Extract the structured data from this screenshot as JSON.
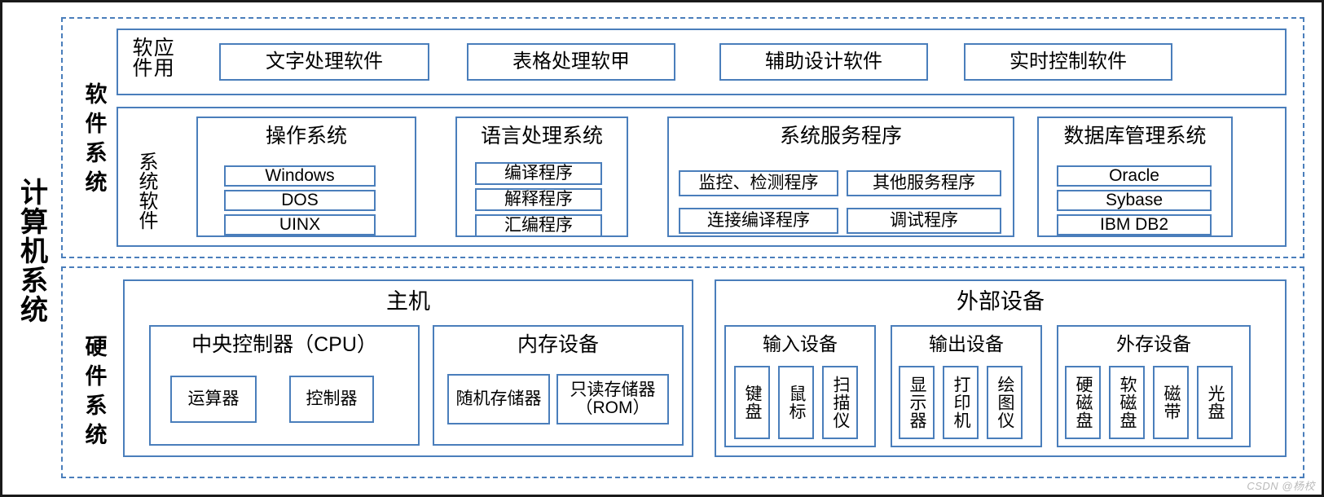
{
  "diagram": {
    "root_title": "计算机系统",
    "watermark": "CSDN @杨校",
    "accent_color": "#4a7ebb",
    "outline_color": "#1a1a1a"
  },
  "software_system": {
    "label": "软件系统",
    "application_software": {
      "label": "应用软件",
      "items": [
        "文字处理软件",
        "表格处理软甲",
        "辅助设计软件",
        "实时控制软件"
      ]
    },
    "system_software": {
      "label": "系统软件",
      "groups": [
        {
          "title": "操作系统",
          "items": [
            "Windows",
            "DOS",
            "UINX"
          ]
        },
        {
          "title": "语言处理系统",
          "items": [
            "编译程序",
            "解释程序",
            "汇编程序"
          ]
        },
        {
          "title": "系统服务程序",
          "items": [
            "监控、检测程序",
            "其他服务程序",
            "连接编译程序",
            "调试程序"
          ]
        },
        {
          "title": "数据库管理系统",
          "items": [
            "Oracle",
            "Sybase",
            "IBM DB2"
          ]
        }
      ]
    }
  },
  "hardware_system": {
    "label": "硬件系统",
    "host": {
      "title": "主机",
      "groups": [
        {
          "title": "中央控制器（CPU）",
          "items": [
            "运算器",
            "控制器"
          ]
        },
        {
          "title": "内存设备",
          "items": [
            "随机存储器",
            "只读存储器（ROM）"
          ]
        }
      ]
    },
    "peripherals": {
      "title": "外部设备",
      "groups": [
        {
          "title": "输入设备",
          "items": [
            "键盘",
            "鼠标",
            "扫描仪"
          ]
        },
        {
          "title": "输出设备",
          "items": [
            "显示器",
            "打印机",
            "绘图仪"
          ]
        },
        {
          "title": "外存设备",
          "items": [
            "硬磁盘",
            "软磁盘",
            "磁带",
            "光盘"
          ]
        }
      ]
    }
  }
}
